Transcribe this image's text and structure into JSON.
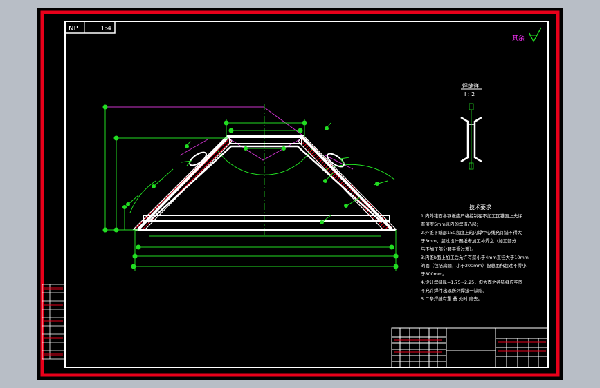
{
  "colors": {
    "background": "#000000",
    "border": "#e8001a",
    "frame": "#ffffff",
    "dimension": "#22dd22",
    "leader": "#cc33cc",
    "hatch": "#e8001a",
    "finish_mark": "#ff33ff",
    "check_mark": "#22dd22"
  },
  "title_block": {
    "drawing_code": "NP",
    "scale": "1:4"
  },
  "surface_finish": {
    "label": "其余"
  },
  "detail_view": {
    "title": "焊缝详",
    "scale": "I : 2"
  },
  "tech_requirements": {
    "title": "技术要求",
    "lines": [
      "1.内外锥面各钢板应严格控制在不加工区锥面上允许",
      "  有深度5mm以内的焊道凸起；",
      "2.外锥下端部150高度上的内焊中心线允许错不得大",
      "  于3mm，超过设计图纸者加工补焊之（加工部分",
      "  与不加工部分要平滑过渡）。",
      "3.内锥b面上加工后允许有深小于4mm直径大于10mm",
      "  的面（包括扁圆，小于200mm）但总面积超过不得小",
      "  于800mm。",
      "4.设计焊缝厚=1.75~2.25，但大面之各错缝应牢固",
      "  不允许焊件出现所列焊接一缺陷。",
      "5.二条焊缝有重 叠 处时 磨去。"
    ]
  }
}
